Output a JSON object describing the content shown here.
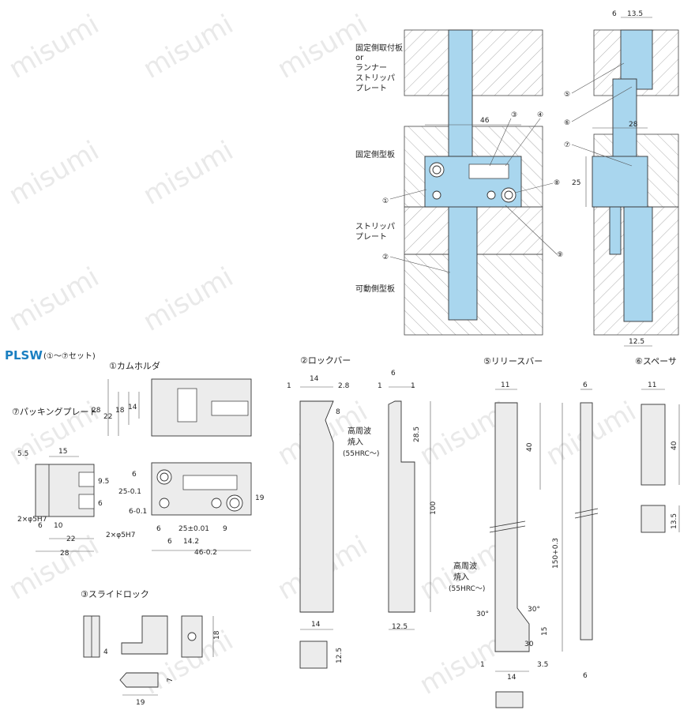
{
  "watermark": "misumi",
  "title": {
    "brand": "PLSW",
    "sub": "(①～⑦セット)"
  },
  "assembly": {
    "plate_labels": [
      "固定側取付板",
      "or",
      "ランナー",
      "ストリッパ",
      "プレート",
      "固定側型板",
      "ストリッパ",
      "プレート",
      "可動側型板"
    ],
    "dims": {
      "width": "46",
      "gap": "6",
      "cam": "13.5",
      "body": "28",
      "height": "25",
      "base": "12.5"
    },
    "callouts": [
      "③",
      "④",
      "①",
      "⑧",
      "②",
      "⑨",
      "⑤",
      "⑥",
      "⑦"
    ]
  },
  "parts": {
    "cam_holder": {
      "label": "①カムホルダ",
      "dims": [
        "28",
        "22",
        "18",
        "14",
        "6",
        "25-0.1",
        "6-0.1",
        "19",
        "6",
        "25±0.01",
        "9",
        "6",
        "14.2",
        "46-0.2",
        "2×φ5H7"
      ]
    },
    "packing_plate": {
      "label": "⑦パッキングプレート",
      "dims": [
        "5.5",
        "15",
        "9.5",
        "6",
        "2×φ5H7",
        "6",
        "10",
        "22",
        "28"
      ]
    },
    "lock_bar": {
      "label": "②ロックバー",
      "dims": [
        "1",
        "14",
        "2.8",
        "8",
        "6",
        "1",
        "1",
        "28.5",
        "100",
        "14",
        "12.5",
        "12.5"
      ],
      "note": [
        "高周波",
        "焼入",
        "(55HRC～)"
      ]
    },
    "release_bar": {
      "label": "⑤リリースバー",
      "dims": [
        "11",
        "6",
        "40",
        "150+0.3",
        "30°",
        "30°",
        "15",
        "30",
        "1",
        "14",
        "3.5",
        "6"
      ],
      "note": [
        "高周波",
        "焼入",
        "(55HRC～)"
      ]
    },
    "spacer": {
      "label": "⑥スペーサ",
      "dims": [
        "11",
        "40",
        "13.5"
      ]
    },
    "slide_lock": {
      "label": "③スライドロック",
      "dims": [
        "4",
        "18",
        "7",
        "19"
      ]
    }
  }
}
